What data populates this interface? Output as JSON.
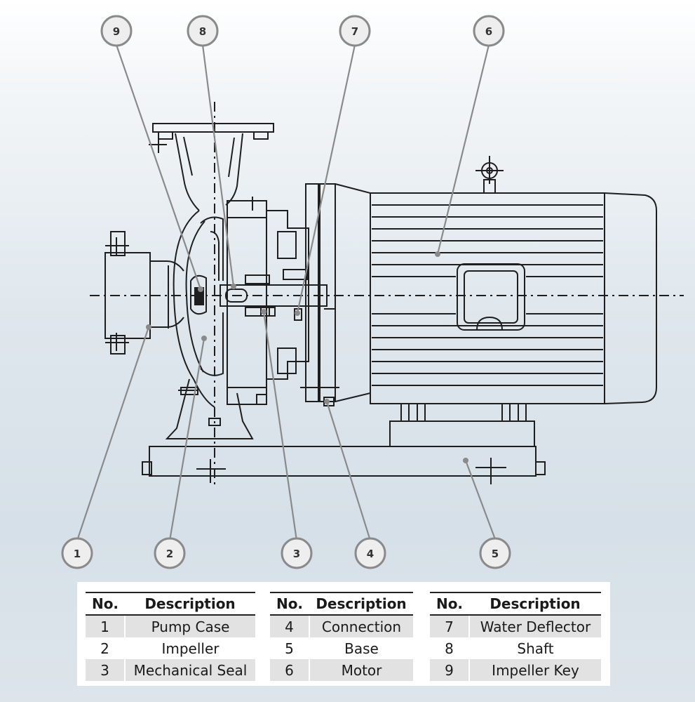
{
  "callouts": {
    "c1": "1",
    "c2": "2",
    "c3": "3",
    "c4": "4",
    "c5": "5",
    "c6": "6",
    "c7": "7",
    "c8": "8",
    "c9": "9"
  },
  "legend": {
    "no_header": "No.",
    "desc_header": "Description",
    "tables": [
      {
        "rows": [
          {
            "no": "1",
            "desc": "Pump Case"
          },
          {
            "no": "2",
            "desc": "Impeller"
          },
          {
            "no": "3",
            "desc": "Mechanical Seal"
          }
        ]
      },
      {
        "rows": [
          {
            "no": "4",
            "desc": "Connection"
          },
          {
            "no": "5",
            "desc": "Base"
          },
          {
            "no": "6",
            "desc": "Motor"
          }
        ]
      },
      {
        "rows": [
          {
            "no": "7",
            "desc": "Water Deflector"
          },
          {
            "no": "8",
            "desc": "Shaft"
          },
          {
            "no": "9",
            "desc": "Impeller Key"
          }
        ]
      }
    ]
  },
  "colors": {
    "line": "#1e1e1e",
    "callout_border": "#8a8a8a",
    "callout_fill": "#eeeeee",
    "leader": "#7a7a7a",
    "shade": "#e2e2e2"
  }
}
